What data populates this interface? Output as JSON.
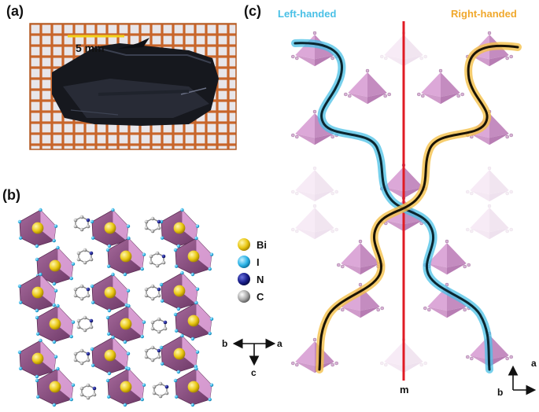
{
  "panels": {
    "a": {
      "label": "(a)",
      "scale_bar_text": "5 mm"
    },
    "b": {
      "label": "(b)",
      "legend": [
        {
          "symbol": "Bi",
          "color": "#f0d21e"
        },
        {
          "symbol": "I",
          "color": "#2fb5e8"
        },
        {
          "symbol": "N",
          "color": "#1a1f8c"
        },
        {
          "symbol": "C",
          "color": "#9c9c9c"
        }
      ],
      "axes": {
        "left": "b",
        "right": "a",
        "down": "c"
      }
    },
    "c": {
      "label": "(c)",
      "left_title": "Left-handed",
      "right_title": "Right-handed",
      "mirror_label": "m",
      "axes": {
        "up": "a",
        "right": "b"
      },
      "colors": {
        "left_helix": "#49c0e6",
        "right_helix": "#f4c04a",
        "mirror": "#e01b24"
      }
    }
  },
  "colors": {
    "octahedron": "#c98ec8",
    "octahedron_dark": "#8a5080",
    "grid_paper": "#c8652a"
  }
}
